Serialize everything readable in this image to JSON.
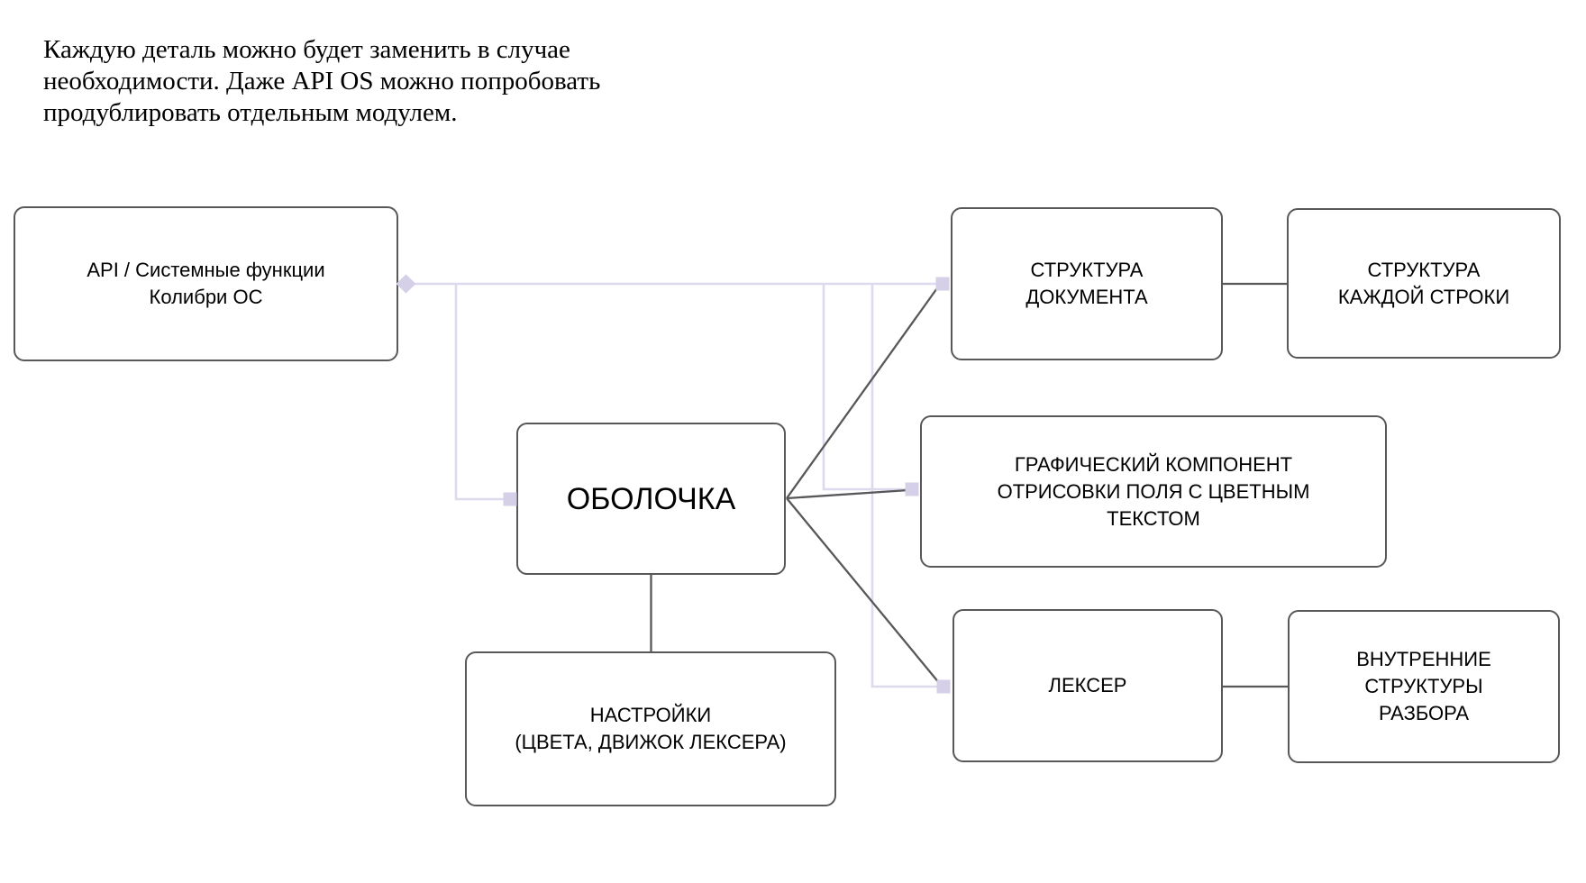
{
  "note": {
    "text": "Каждую деталь можно будет заменить в случае\nнеобходимости. Даже API OS можно попробовать\nпродублировать отдельным модулем."
  },
  "nodes": {
    "api": {
      "label": "API / Системные функции\nКолибри ОС"
    },
    "shell": {
      "label": "ОБОЛОЧКА"
    },
    "doc_structure": {
      "label": "СТРУКТУРА\nДОКУМЕНТА"
    },
    "line_structure": {
      "label": "СТРУКТУРА\nКАЖДОЙ СТРОКИ"
    },
    "graphic_component": {
      "label": "ГРАФИЧЕСКИЙ КОМПОНЕНТ\nОТРИСОВКИ ПОЛЯ С ЦВЕТНЫМ\nТЕКСТОМ"
    },
    "settings": {
      "label": "НАСТРОЙКИ\n(ЦВЕТА, ДВИЖОК ЛЕКСЕРА)"
    },
    "lexer": {
      "label": "ЛЕКСЕР"
    },
    "parse_structures": {
      "label": "ВНУТРЕННИЕ\nСТРУКТУРЫ\nРАЗБОРА"
    }
  },
  "edges": [
    {
      "from": "api",
      "to": "doc_structure",
      "style": "light"
    },
    {
      "from": "api",
      "to": "shell",
      "style": "light"
    },
    {
      "from": "api",
      "to": "graphic_component",
      "style": "light"
    },
    {
      "from": "api",
      "to": "lexer",
      "style": "light"
    },
    {
      "from": "shell",
      "to": "doc_structure",
      "style": "dark"
    },
    {
      "from": "shell",
      "to": "graphic_component",
      "style": "dark"
    },
    {
      "from": "shell",
      "to": "lexer",
      "style": "dark"
    },
    {
      "from": "shell",
      "to": "settings",
      "style": "dark"
    },
    {
      "from": "doc_structure",
      "to": "line_structure",
      "style": "dark"
    },
    {
      "from": "lexer",
      "to": "parse_structures",
      "style": "dark"
    }
  ],
  "colors": {
    "background": "#ffffff",
    "text": "#000000",
    "node_border": "#58585a",
    "edge_dark": "#58585a",
    "edge_light": "#dedaee",
    "connector_fill": "#d5cfe7"
  }
}
